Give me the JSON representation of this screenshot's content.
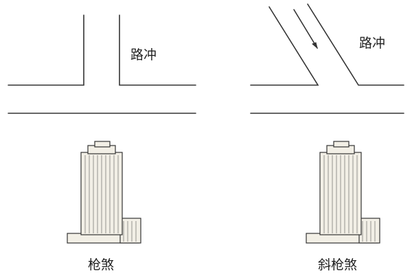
{
  "panels": {
    "left_top": {
      "label": "路冲"
    },
    "right_top": {
      "label": "路冲"
    },
    "left_bottom": {
      "caption": "枪煞"
    },
    "right_bottom": {
      "caption": "斜枪煞"
    }
  },
  "colors": {
    "line": "#333333",
    "building_fill": "#f2efe6"
  }
}
